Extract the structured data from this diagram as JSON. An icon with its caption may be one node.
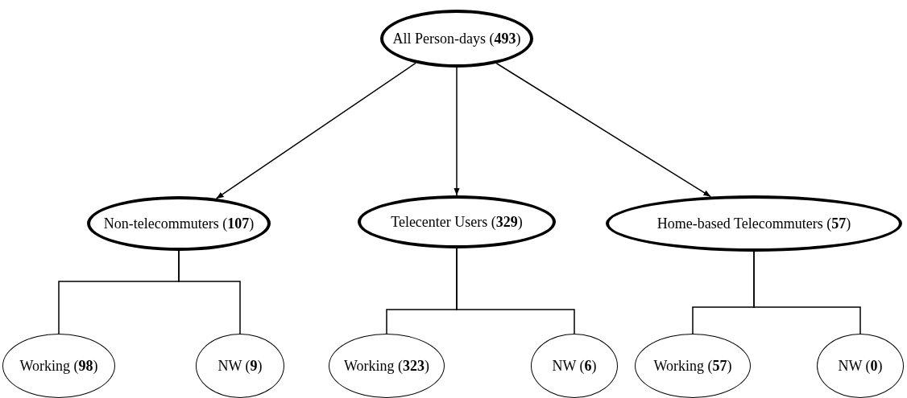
{
  "diagram": {
    "nodes": [
      {
        "text": [
          "All Person-days (**493**)"
        ]
      },
      {
        "text": [
          "Non-telecommuters (**107**)"
        ]
      },
      {
        "text": [
          "Telecenter Users (**329**)"
        ]
      },
      {
        "text": [
          "Home-based Telecommuters (**57**)"
        ]
      },
      {
        "text": [
          "Working (**98**)"
        ]
      },
      {
        "text": [
          "NW (**9**)"
        ]
      },
      {
        "text": [
          "Working (**323**)"
        ]
      },
      {
        "text": [
          "NW (**6**)"
        ]
      },
      {
        "text": [
          "Working (**57**)"
        ]
      },
      {
        "text": [
          "NW (**0**)"
        ]
      }
    ],
    "edges": [
      {
        "from": 0,
        "to": 1,
        "arrow": "to"
      },
      {
        "from": 0,
        "to": 2,
        "arrow": "to"
      },
      {
        "from": 0,
        "to": 3,
        "arrow": "to"
      },
      {
        "from": 1,
        "to": 4,
        "arrow": "none"
      },
      {
        "from": 1,
        "to": 5,
        "arrow": "none"
      },
      {
        "from": 2,
        "to": 6,
        "arrow": "none"
      },
      {
        "from": 2,
        "to": 7,
        "arrow": "none"
      },
      {
        "from": 3,
        "to": 8,
        "arrow": "none"
      },
      {
        "from": 3,
        "to": 9,
        "arrow": "none"
      }
    ]
  }
}
